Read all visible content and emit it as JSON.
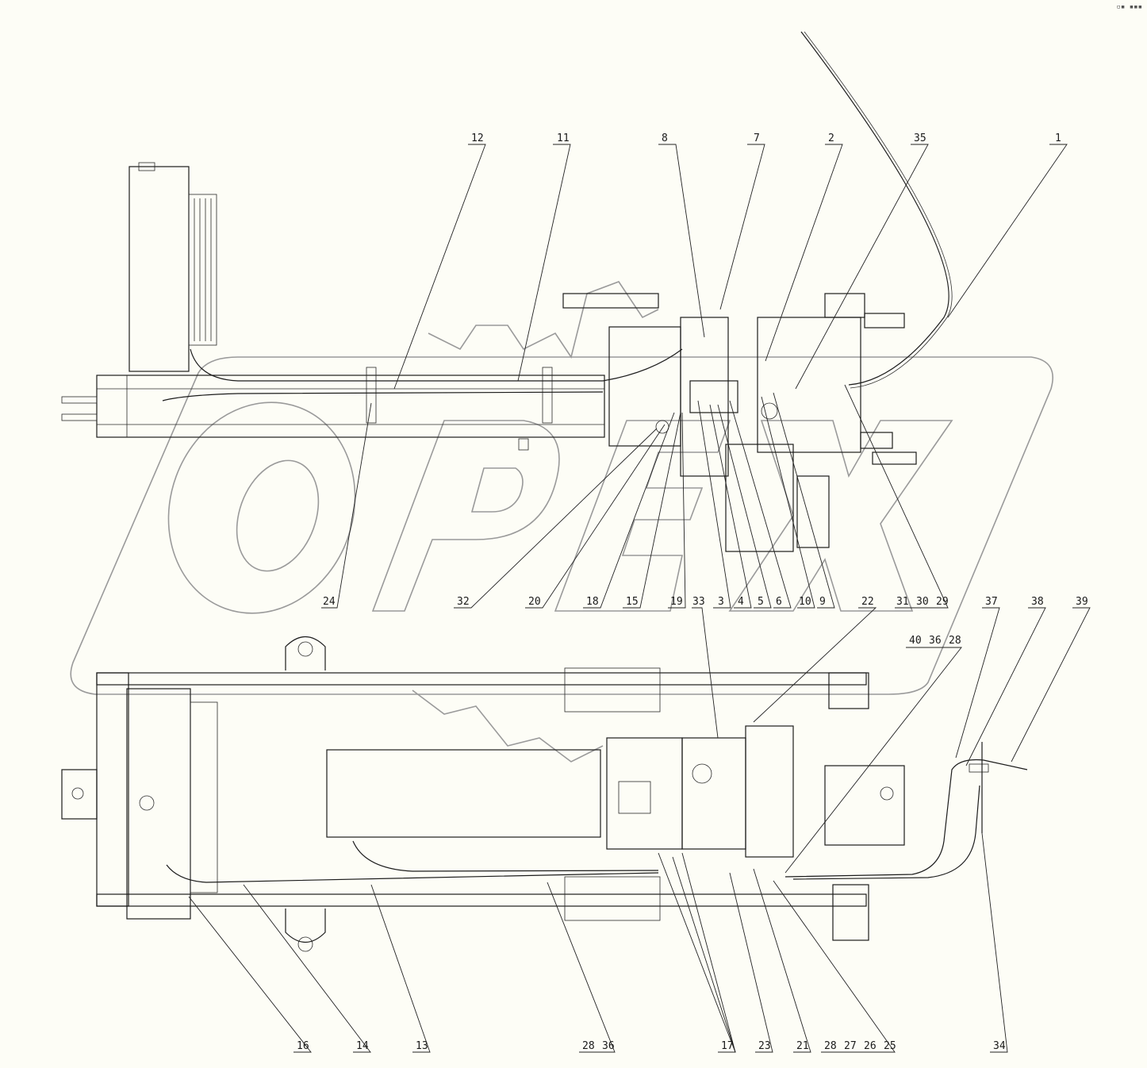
{
  "corner_mark": "▫▪ ▪▪▪",
  "watermark_text": "OPEX",
  "callouts_top": [
    "12",
    "11",
    "8",
    "7",
    "2",
    "35",
    "1"
  ],
  "callouts_middle": [
    "24",
    "32",
    "20",
    "18",
    "15",
    "19",
    "33",
    "3",
    "4",
    "5",
    "6",
    "10",
    "9",
    "22",
    "31",
    "30",
    "29",
    "37",
    "38",
    "39"
  ],
  "callouts_middle_group": [
    "40",
    "36",
    "28"
  ],
  "callouts_bottom": [
    "16",
    "14",
    "13",
    "28",
    "36",
    "17",
    "23",
    "21",
    "28",
    "27",
    "26",
    "25",
    "34"
  ],
  "colors": {
    "line": "#1c1c1c",
    "watermark": "#9a9a9a",
    "paper": "#fdfdf6"
  }
}
